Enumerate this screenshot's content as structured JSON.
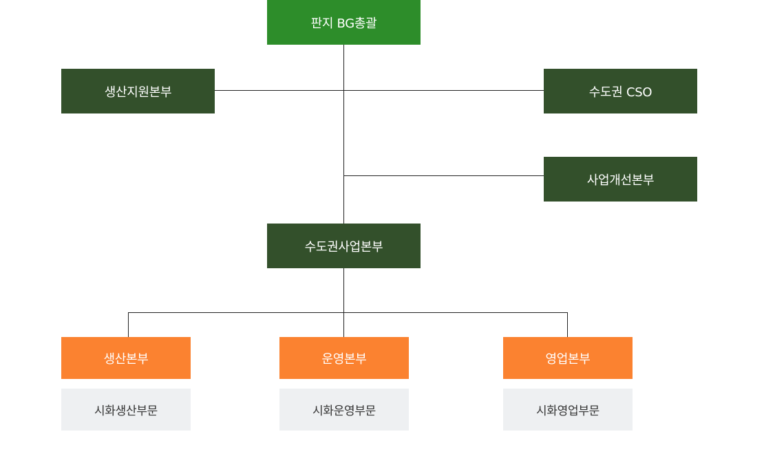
{
  "org_chart": {
    "top": {
      "label": "판지 BG총괄"
    },
    "staff_left": {
      "label": "생산지원본부"
    },
    "staff_right": {
      "label": "수도권 CSO"
    },
    "staff_right_2": {
      "label": "사업개선본부"
    },
    "middle": {
      "label": "수도권사업본부"
    },
    "divisions": [
      {
        "label": "생산본부",
        "sub": "시화생산부문"
      },
      {
        "label": "운영본부",
        "sub": "시화운영부문"
      },
      {
        "label": "영업본부",
        "sub": "시화영업부문"
      }
    ],
    "colors": {
      "top": "#2d8d2a",
      "dark": "#33502b",
      "orange": "#fb8230",
      "sub_bg": "#eef0f2",
      "line": "#222222"
    }
  }
}
